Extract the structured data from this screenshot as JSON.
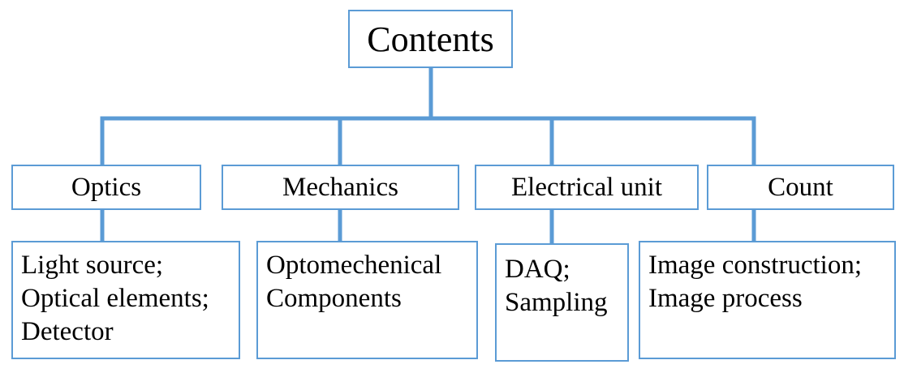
{
  "root": {
    "label": "Contents"
  },
  "categories": [
    {
      "label": "Optics",
      "details": [
        "Light source;",
        "Optical elements;",
        "Detector"
      ]
    },
    {
      "label": "Mechanics",
      "details": [
        "Optomechenical",
        "Components"
      ]
    },
    {
      "label": "Electrical unit",
      "details": [
        "DAQ;",
        "Sampling"
      ]
    },
    {
      "label": "Count",
      "details": [
        "Image construction;",
        "Image process"
      ]
    }
  ],
  "colors": {
    "connector": "#5b9bd5",
    "box_border": "#5b9bd5"
  }
}
